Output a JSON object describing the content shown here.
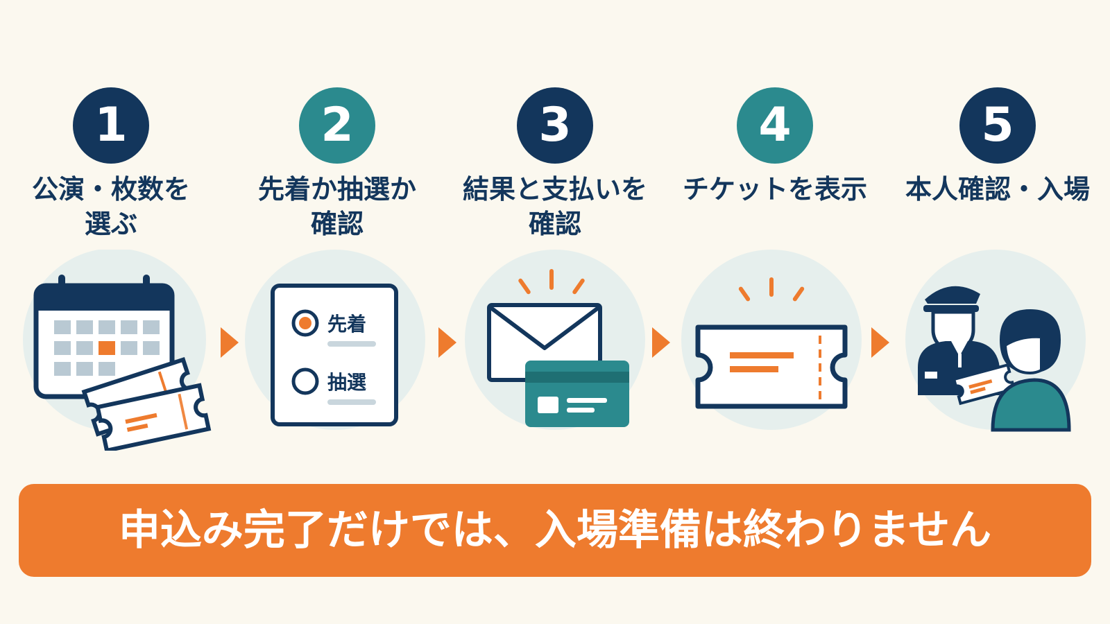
{
  "colors": {
    "navy": "#13365c",
    "teal": "#2b8a8e",
    "orange": "#ee7b2e",
    "background": "#fbf8ef",
    "circle_bg": "#e6efed"
  },
  "steps": [
    {
      "number": "1",
      "title": "公演・枚数を\n選ぶ",
      "badge_color": "#13365c",
      "icon": "calendar-tickets-icon"
    },
    {
      "number": "2",
      "title": "先着か抽選か\n確認",
      "badge_color": "#2b8a8e",
      "icon": "checklist-icon"
    },
    {
      "number": "3",
      "title": "結果と支払いを\n確認",
      "badge_color": "#13365c",
      "icon": "mail-card-icon"
    },
    {
      "number": "4",
      "title": "チケットを表示",
      "badge_color": "#2b8a8e",
      "icon": "ticket-icon"
    },
    {
      "number": "5",
      "title": "本人確認・入場",
      "badge_color": "#13365c",
      "icon": "staff-entry-icon"
    }
  ],
  "checklist": {
    "option1": "先着",
    "option2": "抽選"
  },
  "banner": {
    "text": "申込み完了だけでは、入場準備は終わりません"
  }
}
